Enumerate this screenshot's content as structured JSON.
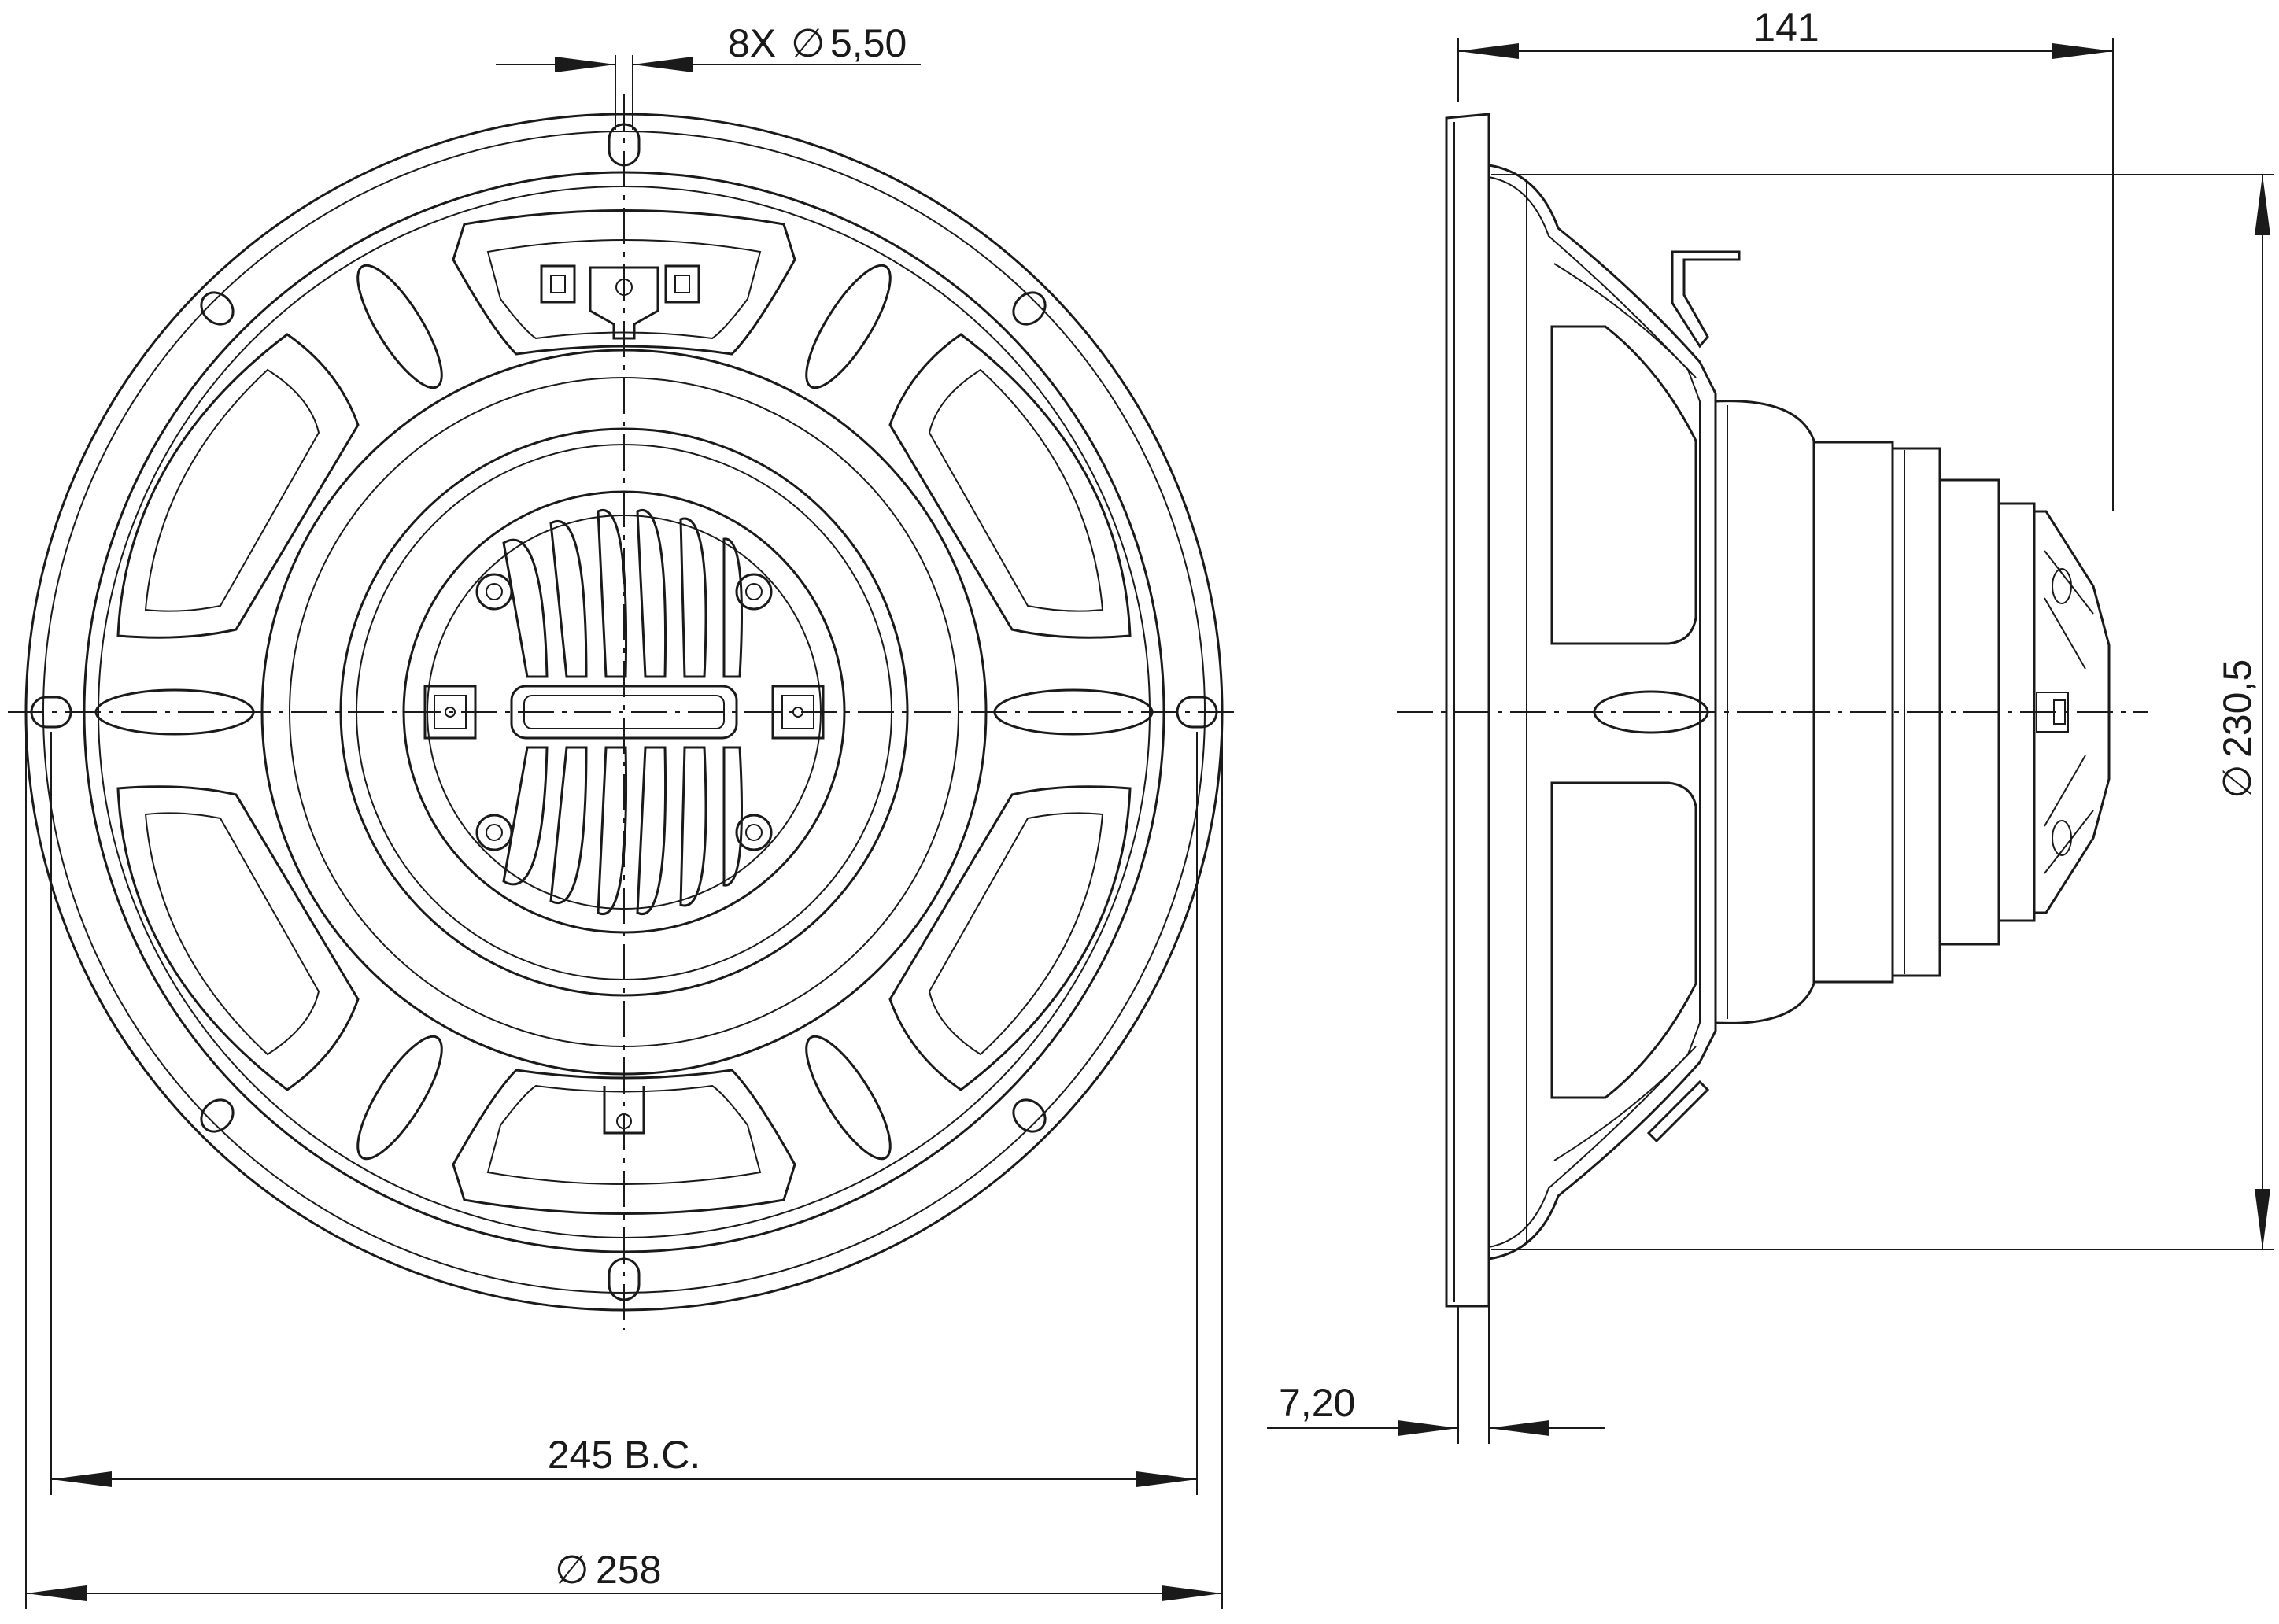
{
  "dimensions": {
    "holes": {
      "count": "8X",
      "symbol": "∅",
      "value": "5,50"
    },
    "depth": "141",
    "bolt_circle": "245 B.C.",
    "outer_diameter": {
      "symbol": "∅",
      "value": "258"
    },
    "frame_diameter": {
      "symbol": "∅",
      "value": "230,5"
    },
    "flange_thickness": "7,20"
  }
}
